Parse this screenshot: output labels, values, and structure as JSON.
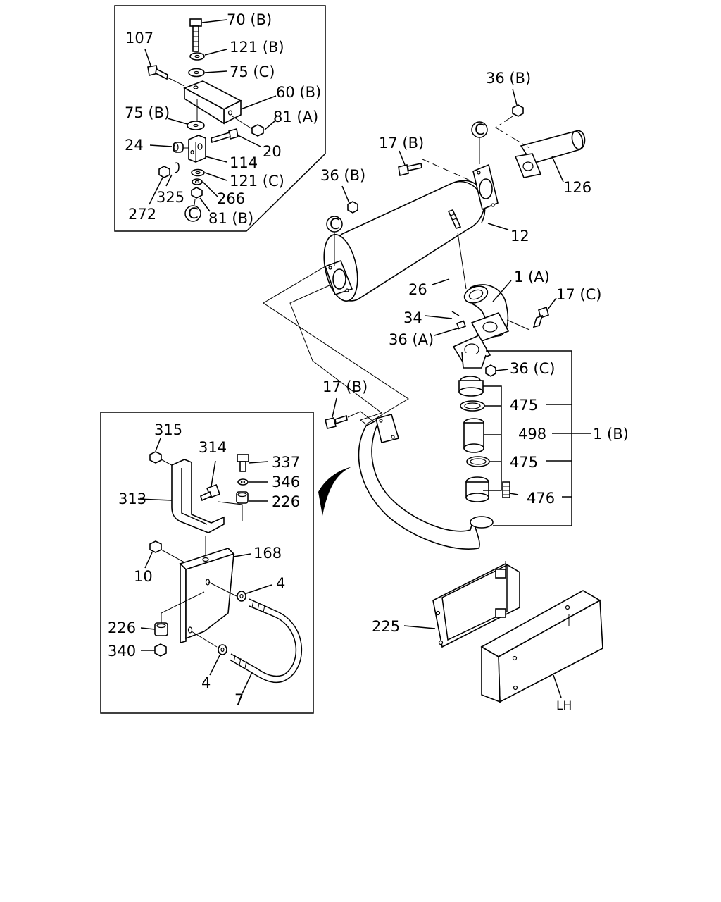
{
  "labels": {
    "l_70b": "70 (B)",
    "l_107": "107",
    "l_121b": "121 (B)",
    "l_75c": "75 (C)",
    "l_60b": "60 (B)",
    "l_75b": "75 (B)",
    "l_81a": "81 (A)",
    "l_24": "24",
    "l_20": "20",
    "l_114": "114",
    "l_121c": "121 (C)",
    "l_325": "325",
    "l_266": "266",
    "l_272": "272",
    "l_c1": "C",
    "l_81b": "81 (B)",
    "l_36b_top": "36 (B)",
    "l_c2": "C",
    "l_17b_top": "17 (B)",
    "l_126": "126",
    "l_36b_mid": "36 (B)",
    "l_c3": "C",
    "l_12": "12",
    "l_26": "26",
    "l_1a": "1 (A)",
    "l_17c": "17 (C)",
    "l_34": "34",
    "l_36a": "36 (A)",
    "l_36c": "36 (C)",
    "l_17b_mid": "17 (B)",
    "l_475a": "475",
    "l_498": "498",
    "l_1b": "1 (B)",
    "l_475b": "475",
    "l_476": "476",
    "l_315": "315",
    "l_314": "314",
    "l_337": "337",
    "l_346": "346",
    "l_313": "313",
    "l_226a": "226",
    "l_168": "168",
    "l_10": "10",
    "l_4a": "4",
    "l_226b": "226",
    "l_340": "340",
    "l_4b": "4",
    "l_7": "7",
    "l_225": "225",
    "l_lh": "LH"
  }
}
